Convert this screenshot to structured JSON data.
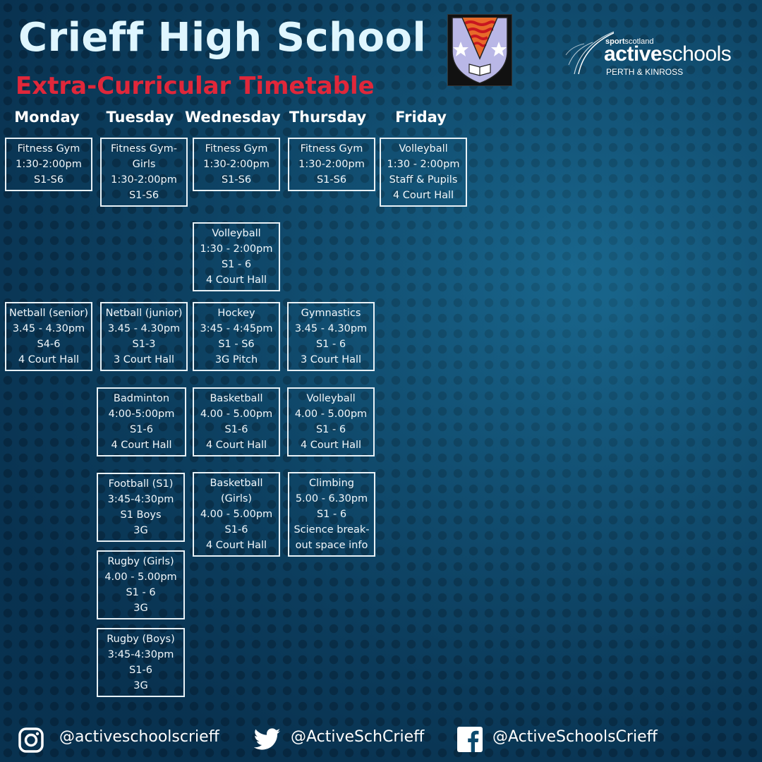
{
  "header": {
    "title": "Crieff High School",
    "subtitle": "Extra-Curricular Timetable"
  },
  "logo": {
    "sport": "sport",
    "scotland": "scotland",
    "active": "active",
    "schools": "schools",
    "region": "PERTH & KINROSS"
  },
  "days": [
    "Monday",
    "Tuesday",
    "Wednesday",
    "Thursday",
    "Friday"
  ],
  "activities": {
    "mon_gym": [
      "Fitness Gym",
      "1:30-2:00pm",
      "S1-S6"
    ],
    "mon_netball": [
      "Netball (senior)",
      "3.45 - 4.30pm",
      "S4-6",
      "4 Court Hall"
    ],
    "tue_gym": [
      "Fitness Gym-",
      "Girls",
      "1:30-2:00pm",
      "S1-S6"
    ],
    "tue_netball": [
      "Netball (junior)",
      "3.45 - 4.30pm",
      "S1-3",
      "3 Court Hall"
    ],
    "tue_badminton": [
      "Badminton",
      "4:00-5:00pm",
      "S1-6",
      "4 Court Hall"
    ],
    "tue_football": [
      "Football (S1)",
      "3:45-4:30pm",
      "S1 Boys",
      "3G"
    ],
    "tue_rugby_girls": [
      "Rugby (Girls)",
      "4.00 - 5.00pm",
      "S1 - 6",
      "3G"
    ],
    "tue_rugby_boys": [
      "Rugby (Boys)",
      "3:45-4:30pm",
      "S1-6",
      "3G"
    ],
    "wed_gym": [
      "Fitness Gym",
      "1:30-2:00pm",
      "S1-S6"
    ],
    "wed_volleyball": [
      "Volleyball",
      "1:30 - 2:00pm",
      "S1 - 6",
      "4 Court Hall"
    ],
    "wed_hockey": [
      "Hockey",
      "3:45 - 4:45pm",
      "S1 - S6",
      "3G Pitch"
    ],
    "wed_basketball": [
      "Basketball",
      "4.00 - 5.00pm",
      "S1-6",
      "4 Court Hall"
    ],
    "wed_basketball_girls": [
      "Basketball",
      "(Girls)",
      "4.00 - 5.00pm",
      "S1-6",
      "4 Court Hall"
    ],
    "thu_gym": [
      "Fitness Gym",
      "1:30-2:00pm",
      "S1-S6"
    ],
    "thu_gymnastics": [
      "Gymnastics",
      "3.45 - 4.30pm",
      "S1 - 6",
      "3 Court Hall"
    ],
    "thu_volleyball": [
      "Volleyball",
      "4.00 - 5.00pm",
      "S1 - 6",
      "4 Court Hall"
    ],
    "thu_climbing": [
      "Climbing",
      "5.00 - 6.30pm",
      "S1 - 6",
      "Science break-",
      "out space info"
    ],
    "fri_volleyball": [
      "Volleyball",
      "1:30 - 2:00pm",
      "Staff & Pupils",
      "4 Court Hall"
    ]
  },
  "social": {
    "instagram": "@activeschoolscrieff",
    "twitter": "@ActiveSchCrieff",
    "facebook": "@ActiveSchoolsCrieff"
  },
  "colors": {
    "background": "#0d4a6e",
    "title": "#dff6ff",
    "subtitle": "#e0273a",
    "box_border": "#e8f1f6"
  },
  "icons": [
    "instagram-icon",
    "twitter-icon",
    "facebook-icon",
    "school-crest-icon",
    "active-schools-swoosh-icon"
  ]
}
